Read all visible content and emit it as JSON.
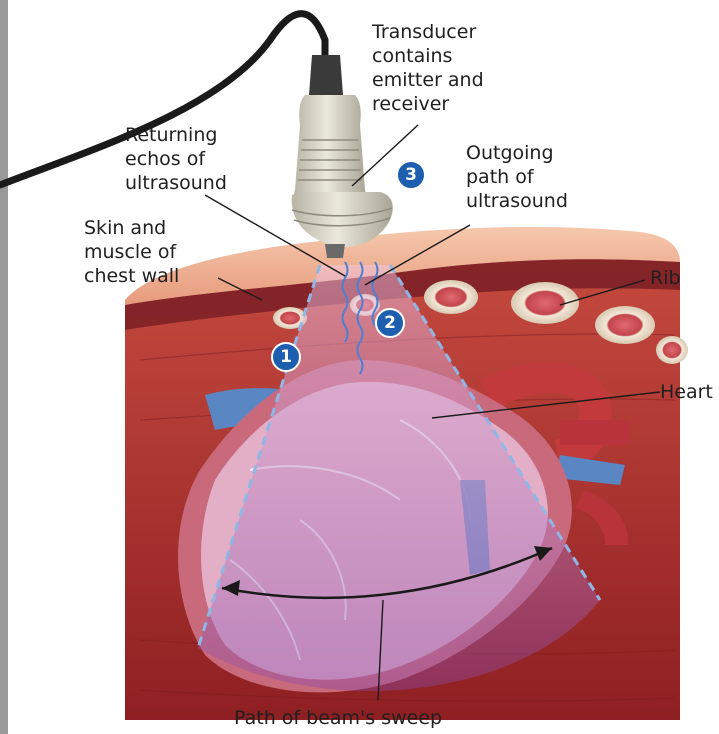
{
  "labels": {
    "transducer": [
      "Transducer",
      "contains",
      "emitter and",
      "receiver"
    ],
    "returning": [
      "Returning",
      "echos of",
      "ultrasound"
    ],
    "outgoing": [
      "Outgoing",
      "path of",
      "ultrasound"
    ],
    "skin": [
      "Skin and",
      "muscle of",
      "chest wall"
    ],
    "rib": "Rib",
    "heart": "Heart",
    "sweep": "Path of beam's sweep"
  },
  "badges": {
    "one": "1",
    "two": "2",
    "three": "3"
  },
  "colors": {
    "badge": "#1d5fae",
    "beam_edge": "#8fb7e6",
    "tissue": "#b83a36",
    "chest_wall": "#f1b79a",
    "heart_tint": "#c98bc6",
    "probe": "#d9d6c8",
    "cable": "#1a1a1a"
  }
}
